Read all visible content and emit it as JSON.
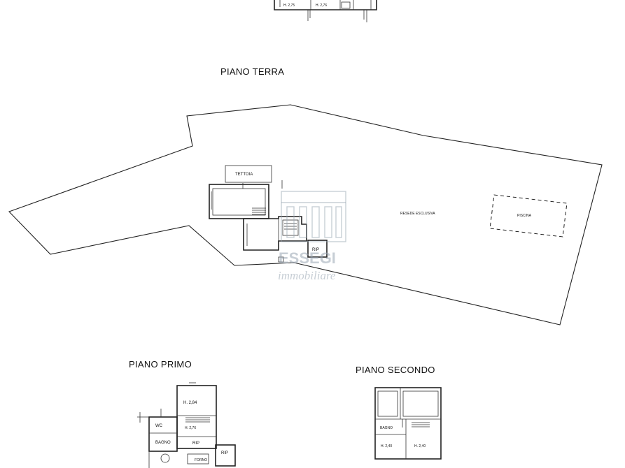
{
  "floors": {
    "ground": {
      "title": "PIANO TERRA"
    },
    "first": {
      "title": "PIANO PRIMO"
    },
    "second": {
      "title": "PIANO SECONDO"
    }
  },
  "rooms": {
    "top_left": "H. 2,75",
    "top_right": "H. 2,76",
    "tettoia": "TETTOIA",
    "rip_ground": "RIP",
    "resede": "RESEDE ESCLUSIVA",
    "piscina": "PISCINA",
    "first_h": "H. 2,84",
    "first_h2": "H. 2,76",
    "wc": "WC",
    "bagno": "BAGNO",
    "rip_first": "RIP",
    "rip_first2": "RIP",
    "forno": "FORNO",
    "second_bagno": "BAGNO",
    "second_h": "H. 2,40",
    "second_side": "H. 2,40"
  },
  "watermark": {
    "brand": "ESSEGI",
    "sub": "immobiliare"
  }
}
